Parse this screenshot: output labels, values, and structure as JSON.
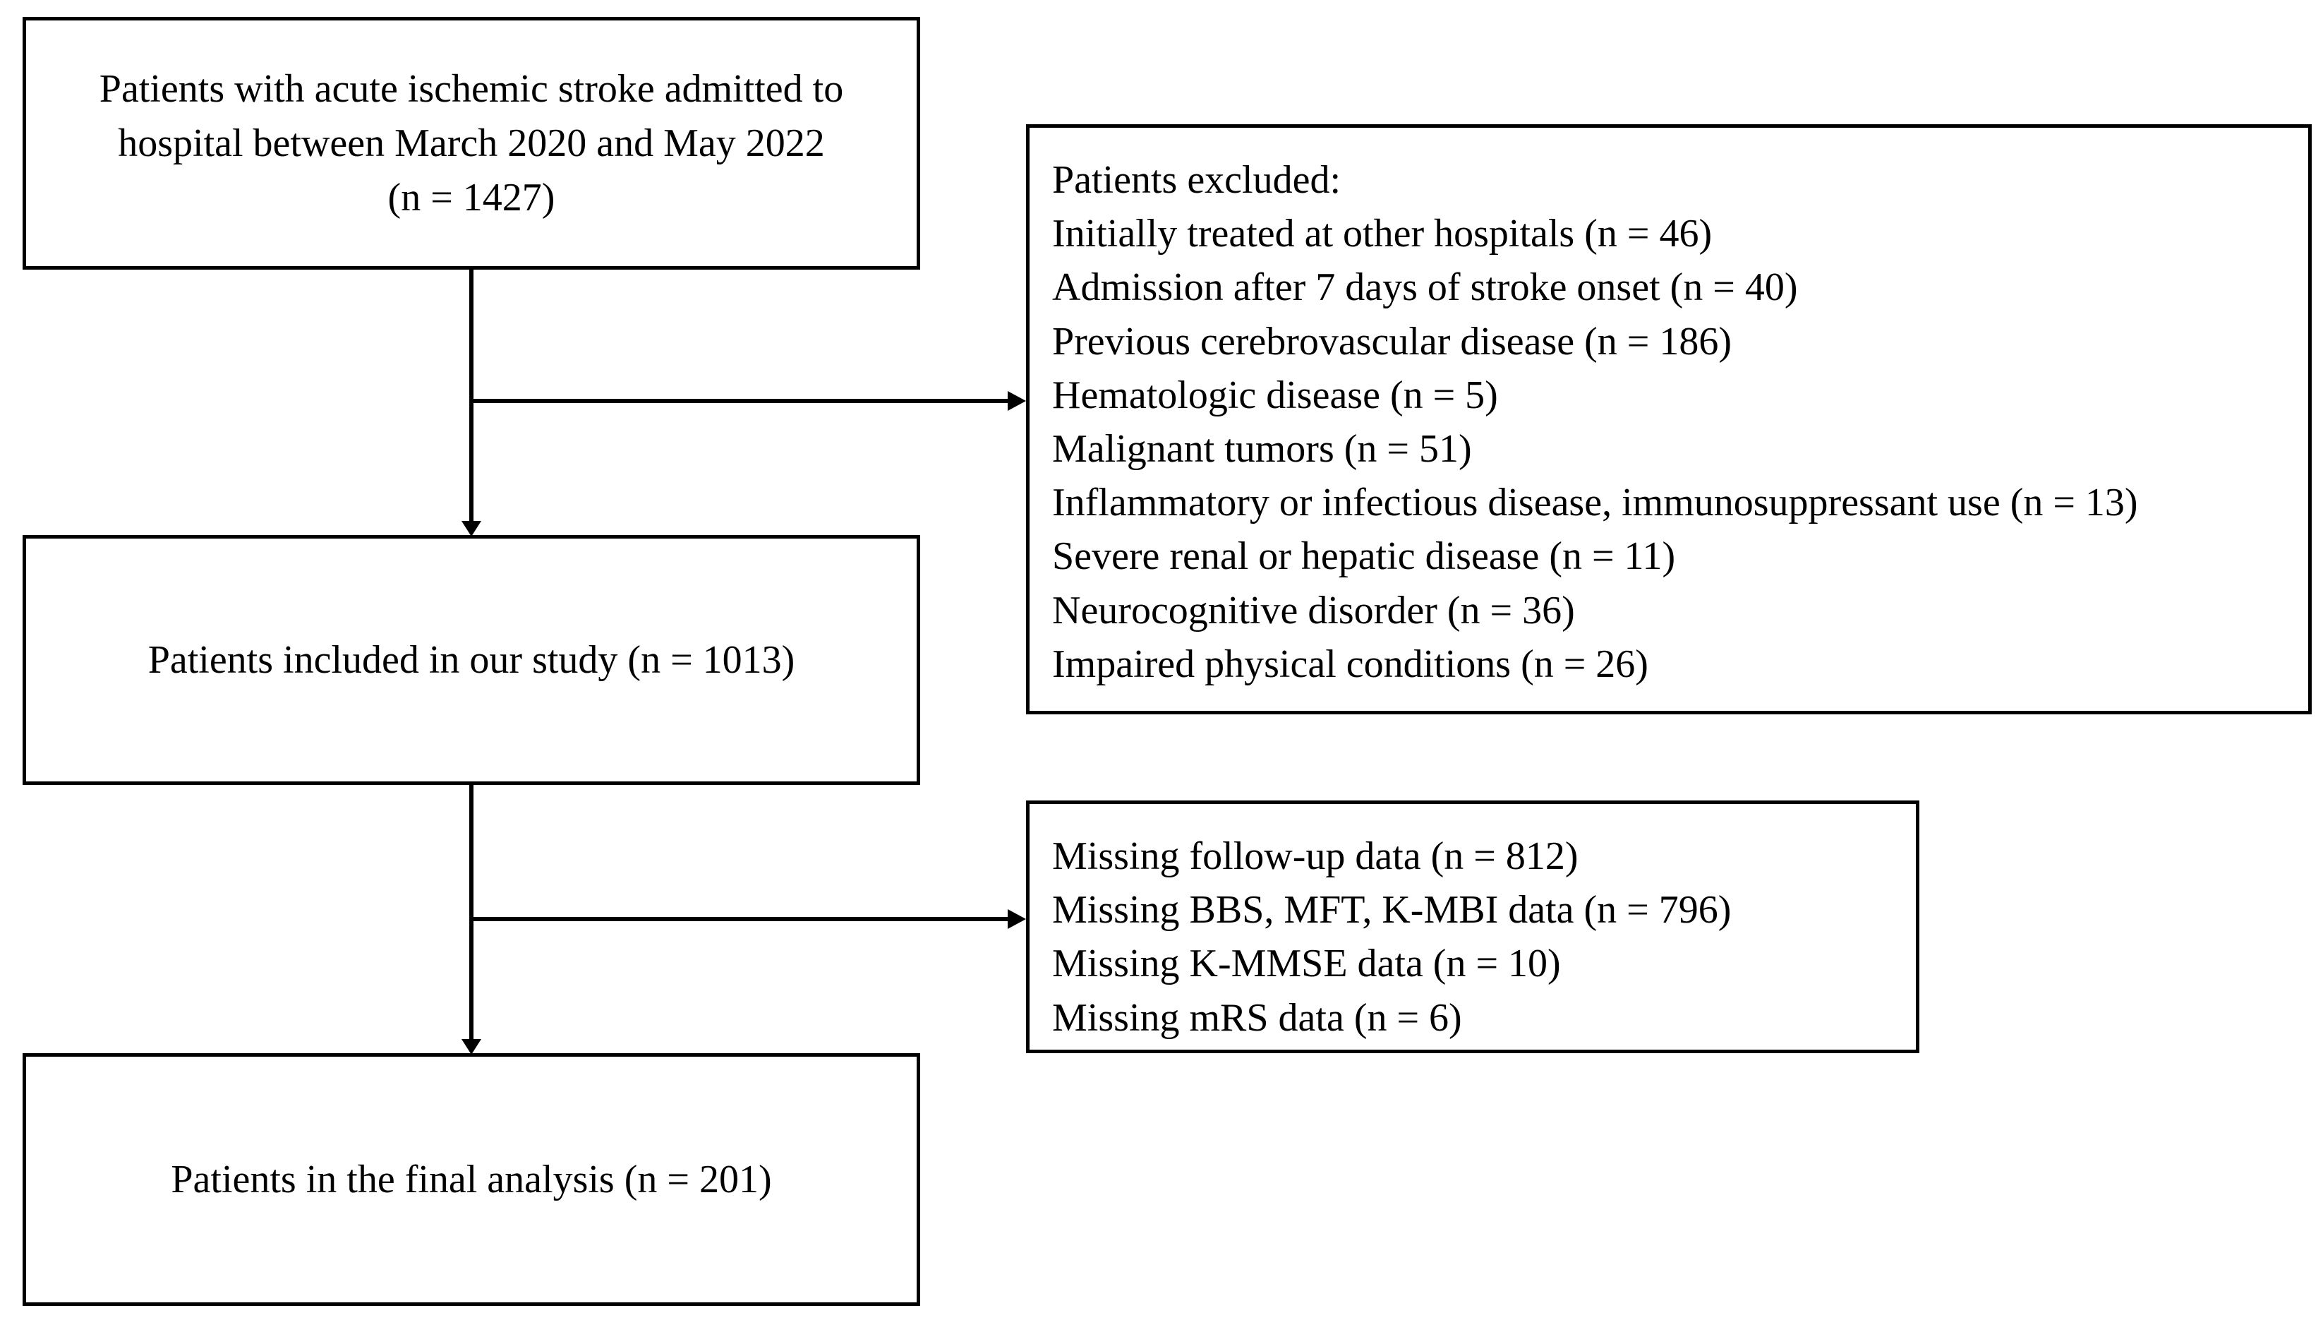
{
  "boxes": {
    "admitted": {
      "lines": [
        "Patients with acute ischemic stroke admitted to",
        "hospital between March 2020 and May 2022",
        "(n = 1427)"
      ]
    },
    "included": {
      "text": "Patients included in our study (n = 1013)"
    },
    "final": {
      "text": "Patients in the final analysis (n = 201)"
    },
    "excluded": {
      "lines": [
        "Patients excluded:",
        "Initially treated at other hospitals (n = 46)",
        "Admission after 7 days of stroke onset (n = 40)",
        "Previous cerebrovascular disease (n = 186)",
        "Hematologic disease (n = 5)",
        "Malignant tumors (n = 51)",
        "Inflammatory or infectious disease, immunosuppressant use (n = 13)",
        "Severe renal or hepatic disease (n = 11)",
        "Neurocognitive disorder (n = 36)",
        "Impaired physical conditions (n = 26)"
      ]
    },
    "missing": {
      "lines": [
        "Missing follow-up data (n = 812)",
        "Missing BBS, MFT, K-MBI data (n = 796)",
        "Missing K-MMSE data (n = 10)",
        "Missing mRS data (n = 6)"
      ]
    }
  }
}
